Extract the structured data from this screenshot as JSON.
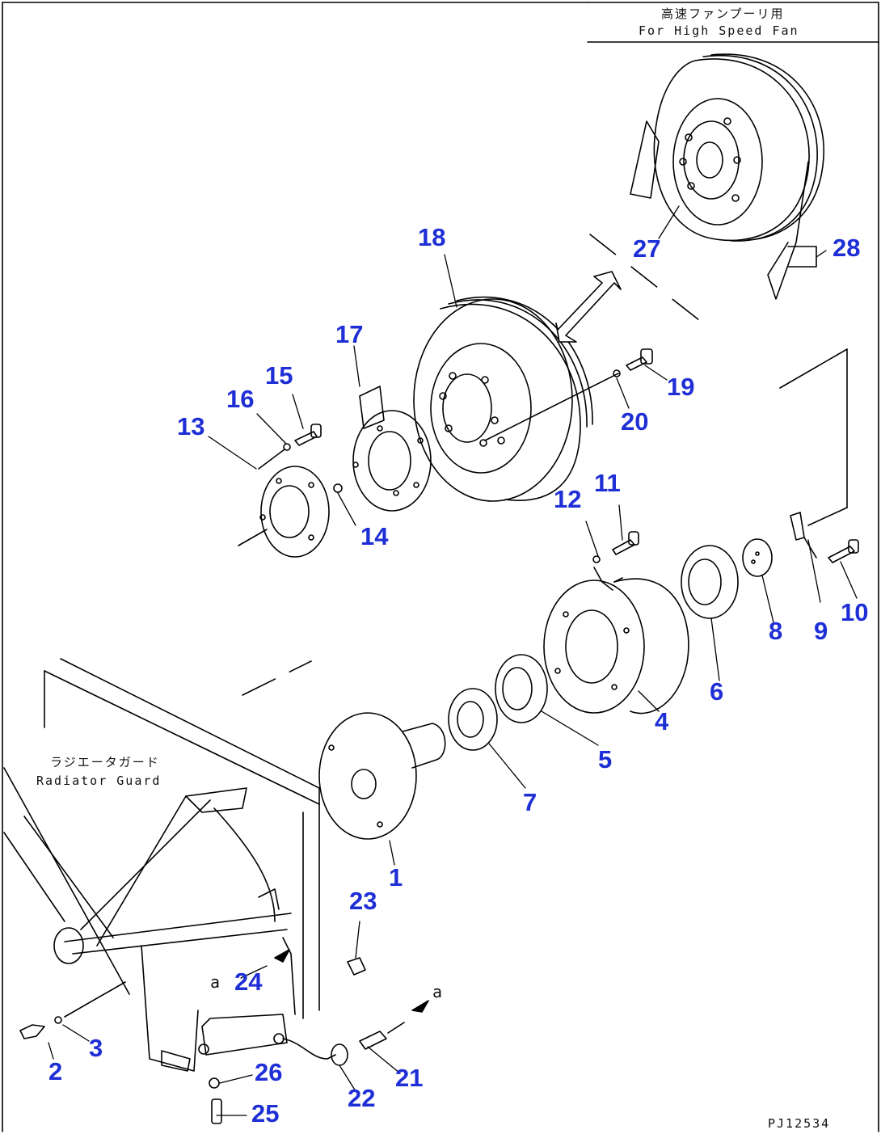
{
  "header_note": {
    "jp": "高速ファンプーリ用",
    "en": "For High Speed Fan"
  },
  "guard_note": {
    "jp": "ラジエータガード",
    "en": "Radiator Guard"
  },
  "drawing_code": "PJ12534",
  "ref_label_a": "a",
  "callouts": [
    "1",
    "2",
    "3",
    "4",
    "5",
    "6",
    "7",
    "8",
    "9",
    "10",
    "11",
    "12",
    "13",
    "14",
    "15",
    "16",
    "17",
    "18",
    "19",
    "20",
    "21",
    "22",
    "23",
    "24",
    "25",
    "26",
    "27",
    "28"
  ],
  "colors": {
    "callout": "#1f2fd6",
    "line": "#000000",
    "background": "#ffffff"
  }
}
